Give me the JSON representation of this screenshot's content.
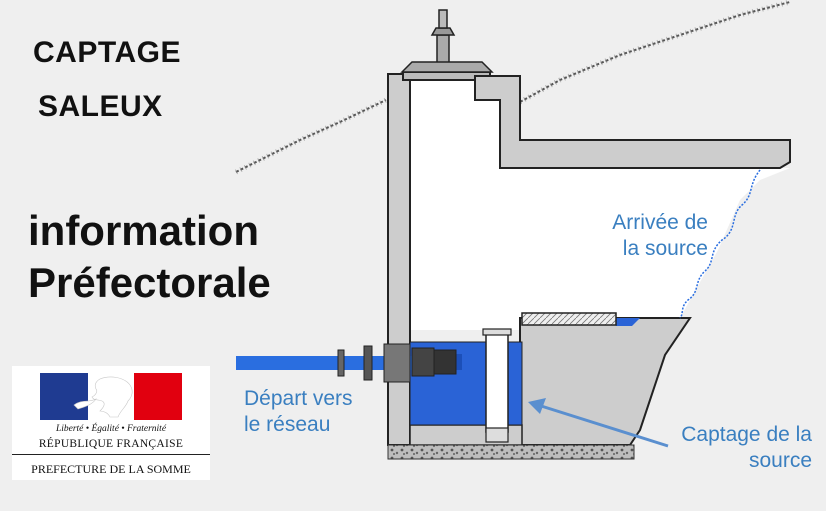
{
  "title": {
    "line1": "CAPTAGE",
    "line2": "SALEUX"
  },
  "heading": {
    "line1": "information",
    "line2": "Préfectorale"
  },
  "labels": {
    "arrivee_line1": "Arrivée de",
    "arrivee_line2": "la source",
    "depart_line1": "Départ vers",
    "depart_line2": "le réseau",
    "captage_line1": "Captage de la",
    "captage_line2": "source"
  },
  "logo": {
    "motto": "Liberté • Égalité • Fraternité",
    "republic": "RÉPUBLIQUE FRANÇAISE",
    "prefecture": "PREFECTURE DE LA SOMME",
    "colors": {
      "blue": "#1f3b91",
      "white": "#ffffff",
      "red": "#e1000f"
    }
  },
  "colors": {
    "water": "#2a63d6",
    "pipe": "#2a6ee0",
    "concrete": "#cdcdcd",
    "outline": "#222222",
    "label": "#3a7fc0"
  }
}
